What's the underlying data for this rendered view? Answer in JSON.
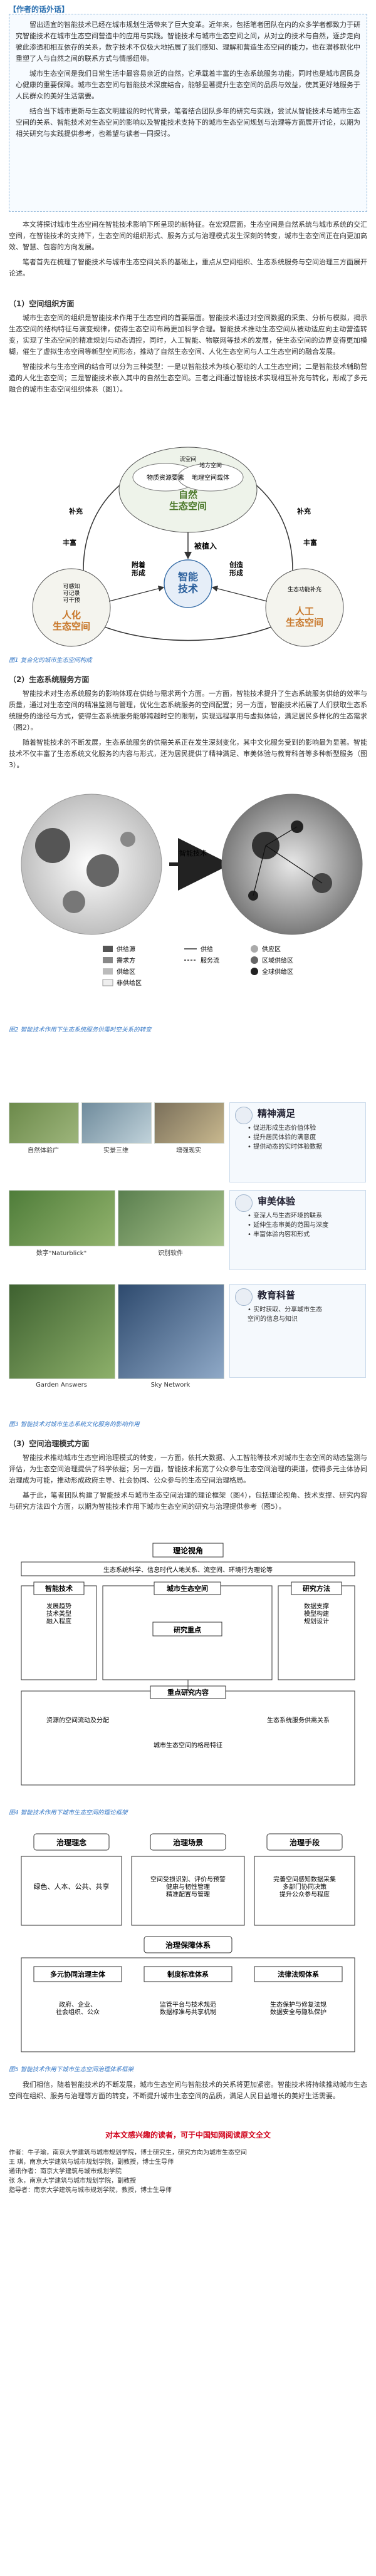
{
  "intro": {
    "heading": "【作者的话外话】",
    "paragraphs": [
      "留出适宜的智能技术已经在城市规划生活带来了巨大变革。近年来，包括笔者团队在内的众多学者都致力于研究智能技术在城市生态空间营造中的应用与实践。智能技术与城市生态空间之间，从对立的技术与自然，逐步走向彼此渗透和相互依存的关系，数字技术不仅极大地拓展了我们感知、理解和营造生态空间的能力，也在潜移默化中重塑了人与自然之间的联系方式与情感纽带。",
      "城市生态空间是我们日常生活中最容易亲近的自然，它承载着丰富的生态系统服务功能，同时也是城市居民身心健康的重要保障。城市生态空间与智能技术深度结合，能够显著提升生态空间的品质与效益，使其更好地服务于人民群众的美好生活需要。",
      "结合当下城市更新与生态文明建设的时代背景，笔者结合团队多年的研究与实践，尝试从智能技术与城市生态空间的关系、智能技术对生态空间的影响以及智能技术支持下的城市生态空间规划与治理等方面展开讨论，以期为相关研究与实践提供参考，也希望与读者一同探讨。"
    ]
  },
  "body_intro": [
    "本文将探讨城市生态空间在智能技术影响下所呈现的新特征。在宏观层面，生态空间是自然系统与城市系统的交汇空间，在智能技术的支持下，生态空间的组织形式、服务方式与治理模式发生深刻的转变，城市生态空间正在向更加高效、智慧、包容的方向发展。",
    "笔者首先在梳理了智能技术与城市生态空间关系的基础上，重点从空间组织、生态系统服务与空间治理三方面展开论述。"
  ],
  "section1": {
    "heading": "（1）空间组织方面",
    "paragraphs": [
      "城市生态空间的组织是智能技术作用于生态空间的首要层面。智能技术通过对空间数据的采集、分析与模拟，揭示生态空间的结构特征与演变规律，使得生态空间布局更加科学合理。智能技术推动生态空间从被动适应向主动营造转变，实现了生态空间的精准规划与动态调控，同时，人工智能、物联网等技术的发展，使生态空间的边界变得更加模糊，催生了虚拟生态空间等新型空间形态，推动了自然生态空间、人化生态空间与人工生态空间的融合发展。",
      "智能技术与生态空间的结合可以分为三种类型：一是以智能技术为核心驱动的人工生态空间；二是智能技术辅助营造的人化生态空间；三是智能技术嵌入其中的自然生态空间。三者之间通过智能技术实现相互补充与转化，形成了多元融合的城市生态空间组织体系（图1）。"
    ]
  },
  "fig1": {
    "center": "智能\n技术",
    "top_left": "物质资源要素",
    "top_right": "地理空间载体",
    "top_sub": "地方空间",
    "top_sub2": "流空间",
    "nature_label": "自然\n生态空间",
    "emb": "被植入",
    "left_big": "人化\n生态空间",
    "left_sub": "可感知\n可记录\n可干预",
    "right_big": "人工\n生态空间",
    "right_sub": "生态功能补充",
    "l1": "补充",
    "l2": "丰富",
    "r1": "补充",
    "r2": "丰富",
    "m1": "附着\n形成",
    "m2": "创造\n形成"
  },
  "fig1_caption": "图1  复合化的城市生态空间构成",
  "section2": {
    "heading": "（2）生态系统服务方面",
    "paragraphs": [
      "智能技术对生态系统服务的影响体现在供给与需求两个方面。一方面，智能技术提升了生态系统服务供给的效率与质量，通过对生态空间的精准监测与管理，优化生态系统服务的空间配置；另一方面，智能技术拓展了人们获取生态系统服务的途径与方式，使得生态系统服务能够跨越时空的限制，实现远程享用与虚拟体验，满足居民多样化的生态需求（图2）。",
      "随着智能技术的不断发展，生态系统服务的供需关系正在发生深刻变化，其中文化服务受到的影响最为显著。智能技术不仅丰富了生态系统文化服务的内容与形式，还为居民提供了精神满足、审美体验与教育科普等多种新型服务（图3）。"
    ]
  },
  "fig2": {
    "label_tech": "智能技术",
    "legend": [
      "供给源",
      "需求方",
      "供给区",
      "非供给区",
      "供给",
      "服务流",
      "供应区",
      "区域供给区",
      "全球供给区"
    ]
  },
  "fig2_caption": "图2  智能技术作用下生态系统服务供需时空关系的转变",
  "fig3": {
    "photos": [
      {
        "label": "自然体验广"
      },
      {
        "label": "实景三维"
      },
      {
        "label": "增强现实"
      },
      {
        "label": "数字\"Naturblick\""
      },
      {
        "label": "识别软件"
      },
      {
        "label": "Garden Answers"
      },
      {
        "label": "Sky Network"
      }
    ],
    "panels": [
      {
        "title": "精神满足",
        "body": "• 促进形成生态价值体验\n• 提升居民体验的满意度\n• 提供动态的实时体验数据"
      },
      {
        "title": "审美体验",
        "body": "• 变深人与生态环境的联系\n• 延伸生态审美的范围与深度\n• 丰富体验内容和形式"
      },
      {
        "title": "教育科普",
        "body": "• 实时获取、分享城市生态\n  空间的信息与知识"
      }
    ]
  },
  "fig3_caption": "图3  智能技术对城市生态系统文化服务的影响作用",
  "section3": {
    "heading": "（3）空间治理模式方面",
    "paragraphs": [
      "智能技术推动城市生态空间治理模式的转变，一方面，依托大数据、人工智能等技术对城市生态空间的动态监测与评估，为生态空间治理提供了科学依据；另一方面，智能技术拓宽了公众参与生态空间治理的渠道，使得多元主体协同治理成为可能，推动形成政府主导、社会协同、公众参与的生态空间治理格局。",
      "基于此，笔者团队构建了智能技术与城市生态空间治理的理论框架（图4），包括理论视角、技术支撑、研究内容与研究方法四个方面，以期为智能技术作用下城市生态空间的研究与治理提供参考（图5）。"
    ]
  },
  "fig4": {
    "title": "理论视角",
    "row1": "生态系统科学、信息时代人地关系、流空间、环境行为理论等",
    "left_title": "智能技术",
    "left_items": "发展趋势\n技术类型\n融入程度",
    "mid_left": "城市生态空间",
    "mid_box": "研究重点",
    "right_title": "研究方法",
    "right_items": "数据支撑\n模型构建\n规划设计",
    "bottom_title": "重点研究内容",
    "b1": "资源的空间流动及分配",
    "b2": "城市生态空间的格局特征",
    "b3": "生态系统服务供需关系"
  },
  "fig4_caption": "图4  智能技术作用下城市生态空间的理论框架",
  "fig5": {
    "row_titles": [
      "治理理念",
      "治理场景",
      "治理手段"
    ],
    "row1": [
      "绿色、人本、公共、共享",
      "空间受损识别、评价与预警\n健康与韧性管理\n精准配置与管理",
      "完善空间感知数据采集\n多部门协同决策\n提升公众参与程度"
    ],
    "mid_title": "治理保障体系",
    "row2": [
      "多元协同治理主体",
      "制度标准体系",
      "法律法规体系"
    ],
    "row2_items": [
      "政府、企业、\n社会组织、公众",
      "监管平台与技术规范\n数据标准与共享机制",
      "生态保护与修复法规\n数据安全与隐私保护"
    ]
  },
  "fig5_caption": "图5  智能技术作用下城市生态空间治理体系框架",
  "outro": [
    "我们相信，随着智能技术的不断发展，城市生态空间与智能技术的关系将更加紧密。智能技术将持续推动城市生态空间在组织、服务与治理等方面的转变，不断提升城市生态空间的品质，满足人民日益增长的美好生活需要。"
  ],
  "red_note": "对本文感兴趣的读者，可于中国知网阅读原文全文",
  "authors": [
    "作者：牛子瑜，南京大学建筑与城市规划学院，博士研究生，研究方向为城市生态空间",
    "王 琪，南京大学建筑与城市规划学院，副教授，博士生导师",
    "通讯作者：南京大学建筑与城市规划学院",
    "张 永，南京大学建筑与城市规划学院，副教授",
    "指导者：南京大学建筑与城市规划学院，教授，博士生导师"
  ]
}
